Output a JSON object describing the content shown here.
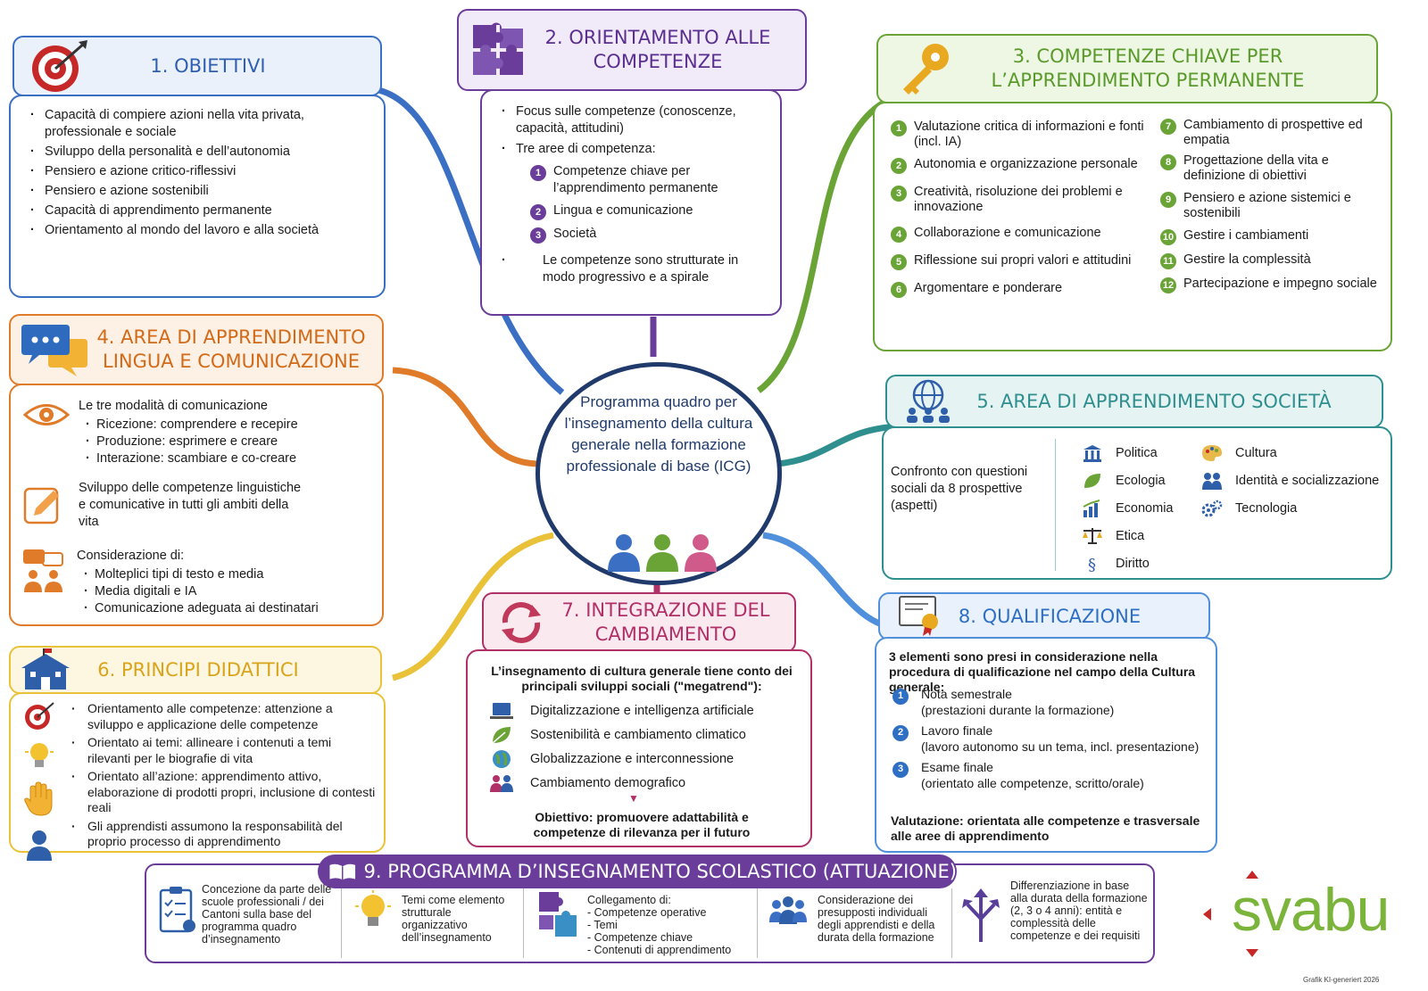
{
  "center": {
    "title": "Programma quadro per l’insegnamento della cultura generale nella formazione professionale di base (ICG)"
  },
  "obiettivi": {
    "title": "1. OBIETTIVI",
    "items": [
      "Capacità di compiere azioni nella vita privata, professionale e sociale",
      "Sviluppo della personalità e dell’autonomia",
      "Pensiero e azione critico-riflessivi",
      "Pensiero e azione sostenibili",
      "Capacità di apprendimento permanente",
      "Orientamento al mondo del lavoro e alla società"
    ]
  },
  "orientamento": {
    "title": "2. ORIENTAMENTO ALLE COMPETENZE",
    "bullet1": "Focus sulle competenze (conoscenze, capacità, attitudini)",
    "bullet2": "Tre aree di competenza:",
    "areas": [
      "Competenze chiave per l’apprendimento permanente",
      "Lingua e comunicazione",
      "Società"
    ],
    "bullet3": "Le competenze sono strutturate in modo progressivo e a spirale"
  },
  "competenze": {
    "title": "3. COMPETENZE CHIAVE PER L’APPRENDIMENTO PERMANENTE",
    "left": [
      "Valutazione critica di informazioni e fonti (incl. IA)",
      "Autonomia e organizzazione personale",
      "Creatività, risoluzione dei problemi e innovazione",
      "Collaborazione e comunicazione",
      "Riflessione sui propri valori e attitudini",
      "Argomentare e ponderare"
    ],
    "right": [
      "Cambiamento di prospettive ed empatia",
      "Progettazione della vita e definizione di obiettivi",
      "Pensiero e azione sistemici e sostenibili",
      "Gestire i cambiamenti",
      "Gestire la complessità",
      "Partecipazione e impegno sociale"
    ],
    "left_nums": [
      "1",
      "2",
      "3",
      "4",
      "5",
      "6"
    ],
    "right_nums": [
      "7",
      "8",
      "9",
      "10",
      "11",
      "12"
    ]
  },
  "lingua": {
    "title": "4. AREA DI APPRENDIMENTO LINGUA E COMUNICAZIONE",
    "mod_head": "Le tre modalità di comunicazione",
    "mods": [
      "Ricezione: comprendere e recepire",
      "Produzione: esprimere e creare",
      "Interazione: scambiare e co-creare"
    ],
    "sviluppo": "Sviluppo delle competenze linguistiche e comunicative in tutti gli ambiti della vita",
    "cons_head": "Considerazione di:",
    "cons": [
      "Molteplici tipi di testo e media",
      "Media digitali e IA",
      "Comunicazione adeguata ai destinatari"
    ]
  },
  "societa": {
    "title": "5. AREA DI APPRENDIMENTO SOCIETÀ",
    "intro": "Confronto con questioni sociali da 8 prospettive (aspetti)",
    "col1": [
      "Politica",
      "Ecologia",
      "Economia",
      "Etica",
      "Diritto"
    ],
    "col2": [
      "Cultura",
      "Identità e socializzazione",
      "Tecnologia"
    ]
  },
  "principi": {
    "title": "6. PRINCIPI DIDATTICI",
    "items": [
      "Orientamento alle competenze: attenzione a sviluppo e applicazione delle competenze",
      "Orientato ai temi: allineare i contenuti a temi rilevanti per le biografie di vita",
      "Orientato all’azione: apprendimento attivo, elaborazione di prodotti propri, inclusione di contesti reali",
      "Gli apprendisti assumono la responsabilità del proprio processo di apprendimento"
    ]
  },
  "integrazione": {
    "title": "7. INTEGRAZIONE DEL CAMBIAMENTO",
    "intro": "L’insegnamento di cultura generale tiene conto dei principali sviluppi sociali (\"megatrend\"):",
    "items": [
      "Digitalizzazione e intelligenza artificiale",
      "Sostenibilità e cambiamento climatico",
      "Globalizzazione e interconnessione",
      "Cambiamento demografico"
    ],
    "goal": "Obiettivo: promuovere adattabilità e competenze di rilevanza per il futuro"
  },
  "qualificazione": {
    "title": "8. QUALIFICAZIONE",
    "intro": "3 elementi sono presi in considerazione nella procedura di qualificazione nel campo della Cultura generale:",
    "items": [
      {
        "n": "1",
        "head": "Nota semestrale",
        "sub": "(prestazioni durante la formazione)"
      },
      {
        "n": "2",
        "head": "Lavoro finale",
        "sub": "(lavoro autonomo su un tema, incl. presentazione)"
      },
      {
        "n": "3",
        "head": "Esame finale",
        "sub": "(orientato alle competenze, scritto/orale)"
      }
    ],
    "valutazione": "Valutazione: orientata alle competenze e trasversale alle aree di apprendimento"
  },
  "programma": {
    "title": "9. PROGRAMMA D’INSEGNAMENTO SCOLASTICO (ATTUAZIONE)",
    "c1": "Concezione da parte delle scuole professionali / dei Cantoni sulla base del programma quadro d’insegnamento",
    "c2": "Temi come elemento strutturale organizzativo dell’insegnamento",
    "c3_head": "Collegamento di:",
    "c3": [
      "- Competenze operative",
      "- Temi",
      "- Competenze chiave",
      "- Contenuti di apprendimento"
    ],
    "c4": "Considerazione dei presupposti individuali degli apprendisti e della durata della formazione",
    "c5": "Differenziazione in base alla durata della formazione (2, 3 o 4 anni): entità e complessità delle competenze e dei requisiti"
  },
  "brand": {
    "logo": "svabu",
    "note": "Grafik KI-generiert 2026"
  },
  "colors": {
    "blue": "#3a6fc4",
    "purple": "#6a3d9a",
    "green": "#6aa436",
    "orange": "#e07b2a",
    "teal": "#2f8f8f",
    "yellow": "#e9c23a",
    "magenta": "#b03068",
    "lightblue": "#4f8fdb",
    "navy": "#1f3a6b"
  },
  "icons": [
    "target-icon",
    "puzzle-icon",
    "key-icon",
    "chat-bubbles-icon",
    "eye-icon",
    "pencil-icon",
    "people-icon",
    "globe-people-icon",
    "school-icon",
    "lightbulb-icon",
    "hand-icon",
    "person-icon",
    "cycle-icon",
    "laptop-icon",
    "leaf-icon",
    "globe-icon",
    "certificate-icon",
    "book-icon",
    "clipboard-icon",
    "arrows-icon"
  ]
}
